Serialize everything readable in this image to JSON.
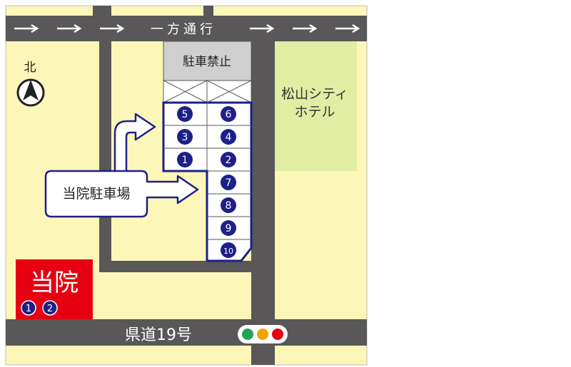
{
  "map": {
    "top_road_label": "一方通行",
    "bottom_road_label": "県道19号",
    "north_label": "北",
    "no_parking_label": "駐車禁止",
    "hotel_name_line1": "松山シティ",
    "hotel_name_line2": "ホテル",
    "clinic_label": "当院",
    "clinic_spaces": [
      "1",
      "2"
    ],
    "parking_callout": "当院駐車場",
    "parking_spaces": [
      "5",
      "6",
      "3",
      "4",
      "1",
      "2",
      "7",
      "8",
      "9",
      "10"
    ],
    "colors": {
      "land": "#fcf6b8",
      "road": "#595757",
      "hotel": "#e0eda2",
      "clinic": "#e60012",
      "space_badge": "#1d2088",
      "lot_outline": "#1d2088",
      "no_parking": "#cfcfcf"
    },
    "signal_colors": [
      "#22a35a",
      "#f5a300",
      "#e60012"
    ],
    "icons": [
      "north-arrow-icon",
      "one-way-arrow-icon",
      "traffic-signal-icon",
      "direction-arrow-icon"
    ]
  }
}
